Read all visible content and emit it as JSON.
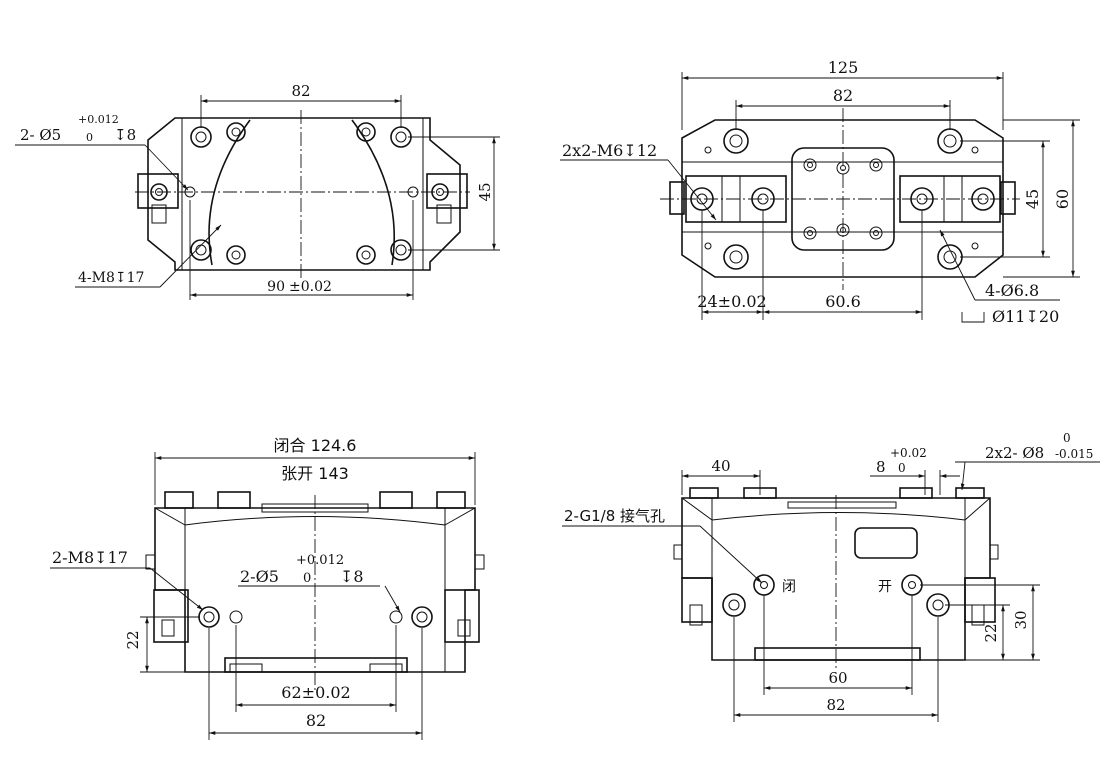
{
  "views": {
    "top_left": {
      "dim_width_82": "82",
      "dim_height_45": "45",
      "dim_bottom_90": "90",
      "dim_bottom_90_tol": "±0.02",
      "label_pin_prefix": "2- Ø5",
      "label_pin_tol_upper": "+0.012",
      "label_pin_tol_lower": "0",
      "label_pin_depth": "↧8",
      "label_thread": "4-M8↧17"
    },
    "top_right": {
      "dim_overall_125": "125",
      "dim_inner_82": "82",
      "dim_height_45": "45",
      "dim_height_60": "60",
      "dim_24": "24±0.02",
      "dim_60_6": "60.6",
      "label_thread": "2x2-M6↧12",
      "label_hole": "4-Ø6.8",
      "label_counterbore": "Ø11↧20"
    },
    "bottom_left": {
      "dim_closed": "闭合 124.6",
      "dim_open": "张开 143",
      "label_thread": "2-M8↧17",
      "label_pin_prefix": "2-Ø5",
      "label_pin_tol_upper": "+0.012",
      "label_pin_tol_lower": "0",
      "label_pin_depth": "↧8",
      "dim_22": "22",
      "dim_62": "62±0.02",
      "dim_82": "82"
    },
    "bottom_right": {
      "dim_40": "40",
      "dim_8": "8",
      "dim_8_tol_upper": "+0.02",
      "dim_8_tol_lower": "0",
      "label_pin_prefix": "2x2- Ø8",
      "label_pin_tol_upper": "0",
      "label_pin_tol_lower": "-0.015",
      "label_air": "2-G1/8 接气孔",
      "label_close": "闭",
      "label_open": "开",
      "dim_22": "22",
      "dim_30": "30",
      "dim_60": "60",
      "dim_82": "82"
    }
  }
}
